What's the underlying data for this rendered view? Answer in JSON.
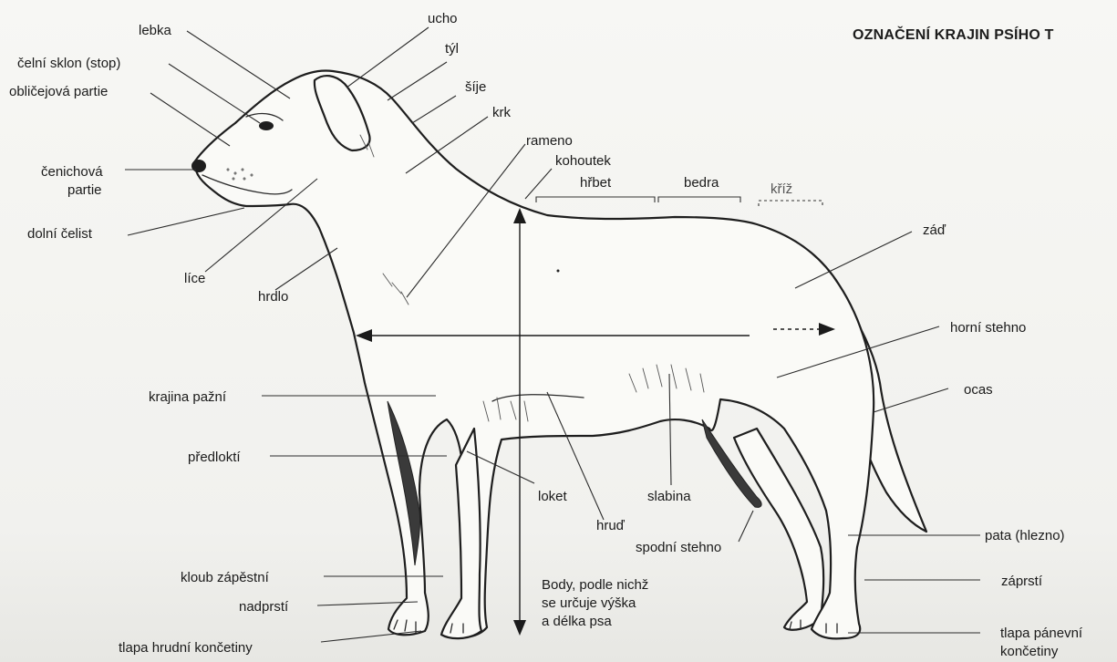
{
  "title": "OZNAČENÍ KRAJIN PSÍHO T",
  "labels": {
    "lebka": "lebka",
    "celni_sklon": "čelní sklon (stop)",
    "oblicejova": "obličejová partie",
    "cenichova_1": "čenichová",
    "cenichova_2": "partie",
    "dolni_celist": "dolní čelist",
    "lice": "líce",
    "hrdlo": "hrdlo",
    "ucho": "ucho",
    "tyl": "týl",
    "sije": "šíje",
    "krk": "krk",
    "rameno": "rameno",
    "kohoutek": "kohoutek",
    "hrbet": "hřbet",
    "bedra": "bedra",
    "kriz": "kříž",
    "zad": "záď",
    "horni_stehno": "horní stehno",
    "ocas": "ocas",
    "krajina_pazni": "krajina pažní",
    "predlokti": "předloktí",
    "loket": "loket",
    "hrud": "hruď",
    "slabina": "slabina",
    "spodni_stehno": "spodní stehno",
    "pata": "pata (hlezno)",
    "kloub_zapestni": "kloub zápěstní",
    "nadprsti": "nadprstí",
    "tlapa_hrudni": "tlapa hrudní končetiny",
    "zaprsti": "záprstí",
    "tlapa_panevni_1": "tlapa pánevní",
    "tlapa_panevni_2": "končetiny"
  },
  "note": {
    "line1": "Body, podle nichž",
    "line2": "se určuje výška",
    "line3": "a délka psa"
  }
}
